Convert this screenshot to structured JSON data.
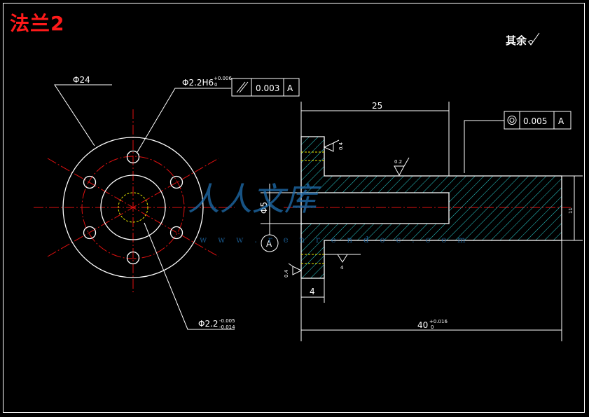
{
  "title": "法兰2",
  "roughness_note": "其余",
  "left_view": {
    "outer_dia": "Φ24",
    "hole_dia": "Φ2.2H6",
    "hole_tol_upper": "+0.006",
    "hole_tol_lower": "0",
    "bore_dia": "Φ2.2",
    "bore_tol_upper": "-0.005",
    "bore_tol_lower": "-0.014",
    "fcf_parallel": {
      "symbol": "//",
      "value": "0.003",
      "datum": "A"
    }
  },
  "right_view": {
    "dim_top": "25",
    "dim_total": "40",
    "total_tol_upper": "+0.016",
    "total_tol_lower": "0",
    "dim_flange": "4",
    "dim_height": "11",
    "dim_bore": "Φ5",
    "rough_04_top": "0.4",
    "rough_04_bottom": "0.4",
    "rough_02": "0.2",
    "rough_4": "4",
    "fcf_concentric": {
      "symbol": "◎",
      "value": "0.005",
      "datum": "A"
    },
    "datum_label": "A"
  },
  "watermark": {
    "chars": "人人文库",
    "url": "w w w . r e n r e n d o c . c o m"
  }
}
